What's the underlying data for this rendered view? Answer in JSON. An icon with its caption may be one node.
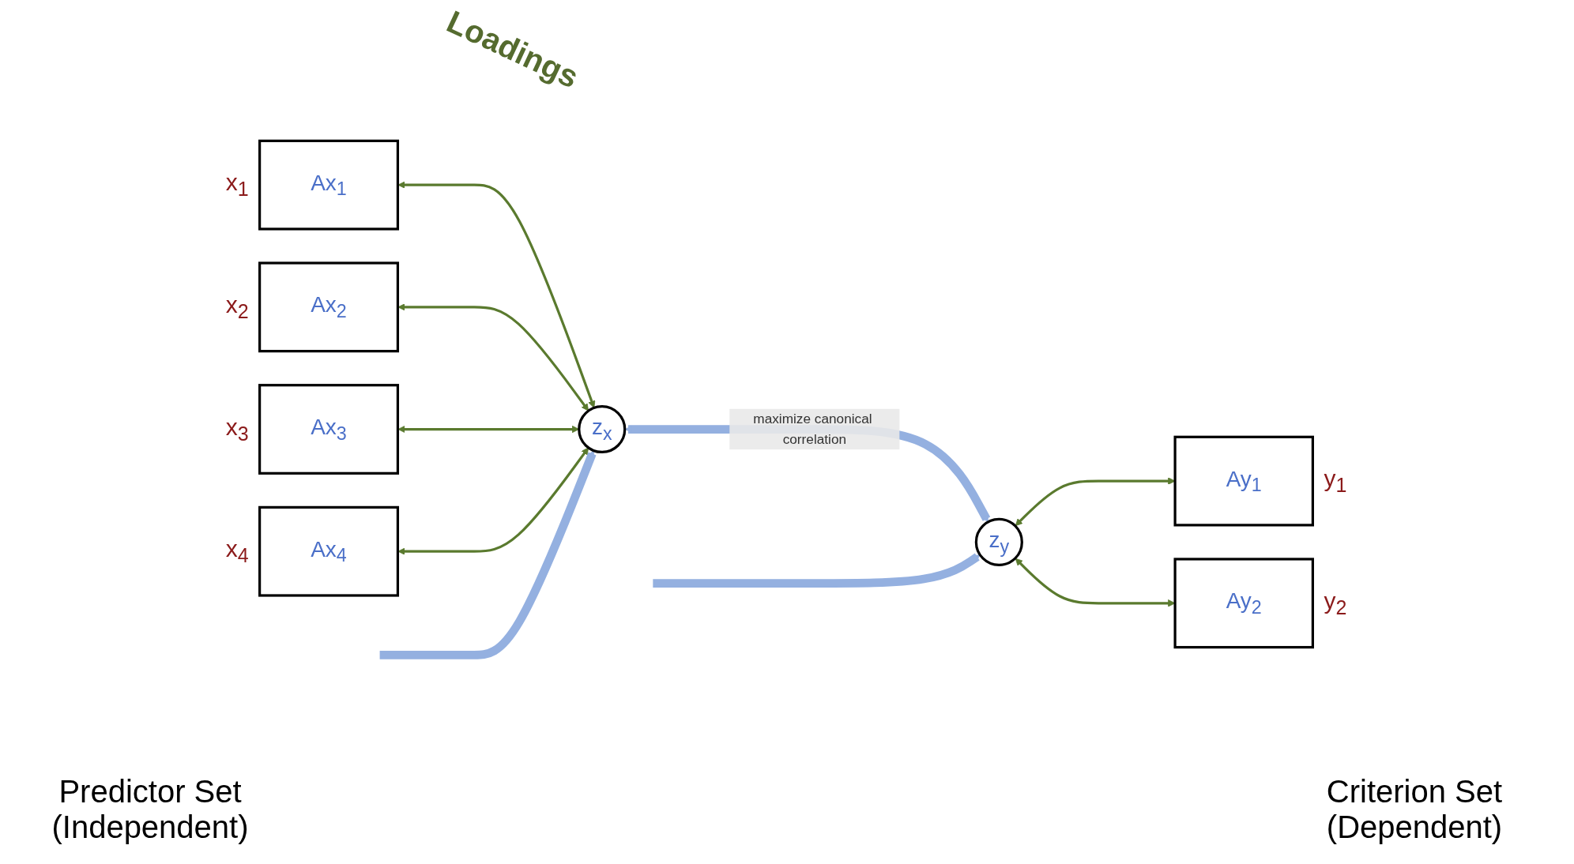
{
  "diagram": {
    "nodes": [
      {
        "text": [
          "Ax$_{1}$"
        ],
        "beside": [
          "x$_{1}$"
        ]
      },
      {
        "text": [
          "Ax$_{2}$"
        ],
        "beside": [
          "x$_{2}$"
        ]
      },
      {
        "text": [
          "Ax$_{3}$"
        ],
        "beside": [
          "x$_{3}$"
        ]
      },
      {
        "text": [
          "Ax$_{4}$"
        ],
        "beside": [
          "x$_{4}$"
        ]
      },
      {
        "text": [
          "z$_{x}$"
        ]
      },
      {
        "text": [
          "z$_{y}$"
        ]
      },
      {
        "text": [
          "Ay$_{1}$"
        ],
        "beside": [
          "y$_{1}$"
        ]
      },
      {
        "text": [
          "Ay$_{2}$"
        ],
        "beside": [
          "y$_{2}$"
        ]
      }
    ],
    "edges": [
      {
        "from": 0,
        "to": 4,
        "arrow": "both"
      },
      {
        "from": 1,
        "to": 4,
        "arrow": "both"
      },
      {
        "from": 2,
        "to": 4,
        "arrow": "both"
      },
      {
        "from": 3,
        "to": 4,
        "arrow": "both"
      },
      {
        "from": null,
        "to": 4,
        "arrow": "to",
        "style": "thick",
        "color": "#94b0e0"
      },
      {
        "from": 4,
        "to": 5,
        "arrow": "both",
        "label": "maximize canonical correlation",
        "style": "thick",
        "color": "#94b0e0"
      },
      {
        "from": null,
        "to": 5,
        "arrow": "to",
        "style": "thick",
        "color": "#94b0e0"
      },
      {
        "from": 5,
        "to": 6,
        "arrow": "both"
      },
      {
        "from": 5,
        "to": 7,
        "arrow": "both"
      }
    ],
    "labels": [
      "Loadings",
      "Predictor Set (Independent)",
      "Criterion Set (Dependent)"
    ]
  }
}
